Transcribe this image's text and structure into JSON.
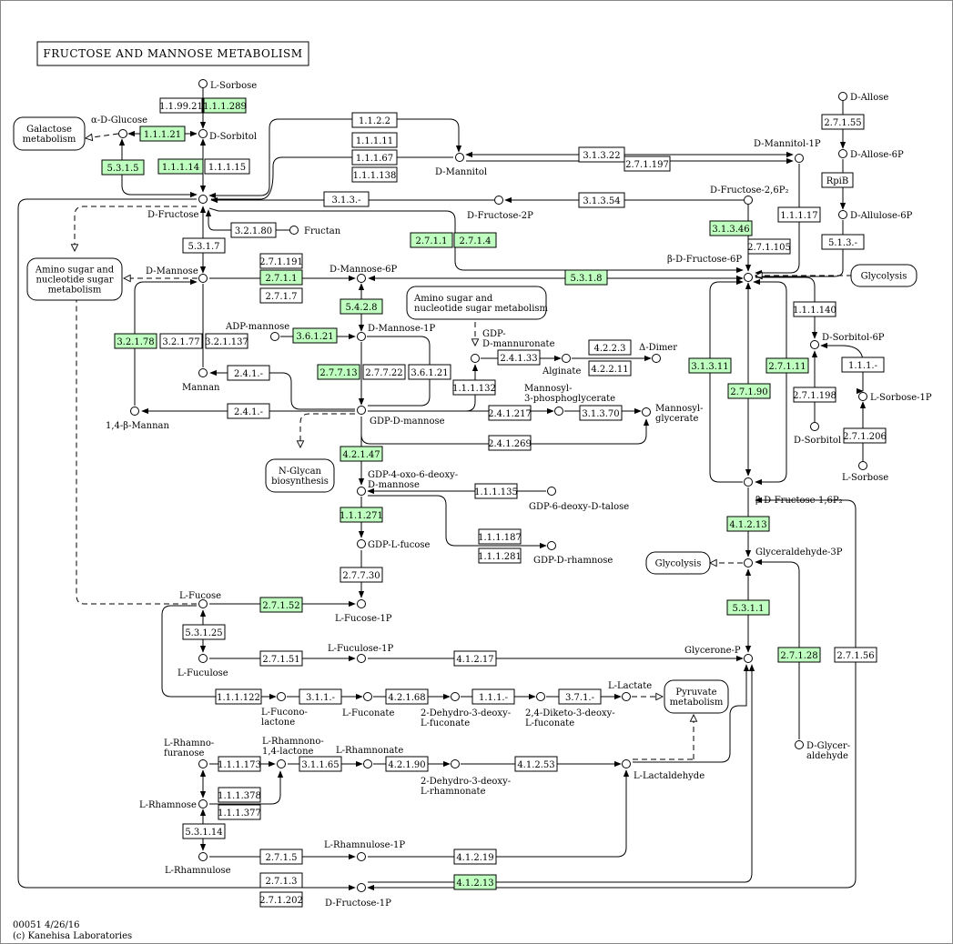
{
  "title": "FRUCTOSE AND MANNOSE METABOLISM",
  "footer": {
    "line1": "00051 4/26/16",
    "line2": "(c) Kanehisa Laboratories"
  },
  "colors": {
    "highlight": "#bfffbf",
    "box": "#ffffff",
    "line": "#000000"
  },
  "compounds": {
    "l_sorbose_top": "L-Sorbose",
    "alpha_d_glucose": "α-D-Glucose",
    "d_sorbitol": "D-Sorbitol",
    "d_mannitol": "D-Mannitol",
    "d_mannitol_1p": "D-Mannitol-1P",
    "d_allose": "D-Allose",
    "d_allose_6p": "D-Allose-6P",
    "d_allulose_6p": "D-Allulose-6P",
    "d_fructose": "D-Fructose",
    "d_fructose_2p": "D-Fructose-2P",
    "d_fructose_26p2": "D-Fructose-2,6P₂",
    "fructan": "Fructan",
    "d_mannose": "D-Mannose",
    "d_mannose_6p": "D-Mannose-6P",
    "beta_d_fructose_6p": "β-D-Fructose-6P",
    "adp_mannose": "ADP-mannose",
    "d_mannose_1p": "D-Mannose-1P",
    "gdp_mannuronate_1": "GDP-",
    "gdp_mannuronate_2": "D-mannuronate",
    "alginate": "Alginate",
    "delta_dimer": "Δ-Dimer",
    "d_sorbitol_6p": "D-Sorbitol-6P",
    "mannan": "Mannan",
    "mannosyl_3pg_1": "Mannosyl-",
    "mannosyl_3pg_2": "3-phosphoglycerate",
    "mannosyl_glycerate_1": "Mannosyl-",
    "mannosyl_glycerate_2": "glycerate",
    "l_sorbose_1p": "L-Sorbose-1P",
    "beta_mannan": "1,4-β-Mannan",
    "gdp_d_mannose": "GDP-D-mannose",
    "d_sorbitol_lower": "D-Sorbitol",
    "l_sorbose_lower": "L-Sorbose",
    "gdp_oxo_1": "GDP-4-oxo-6-deoxy-",
    "gdp_oxo_2": "D-mannose",
    "beta_d_fructose_16p2": "β-D-Fructose-1,6P₂",
    "gdp_6_deoxy_talose": "GDP-6-deoxy-D-talose",
    "gdp_l_fucose": "GDP-L-fucose",
    "gdp_d_rhamnose": "GDP-D-rhamnose",
    "glyceraldehyde_3p": "Glyceraldehyde-3P",
    "l_fucose": "L-Fucose",
    "l_fucose_1p": "L-Fucose-1P",
    "l_fuculose_1p": "L-Fuculose-1P",
    "l_fuculose": "L-Fuculose",
    "glycerone_p": "Glycerone-P",
    "l_lactate": "L-Lactate",
    "l_fucono_lactone_1": "L-Fucono-",
    "l_fucono_lactone_2": "lactone",
    "l_fuconate": "L-Fuconate",
    "dehydro_fuconate_1": "2-Dehydro-3-deoxy-",
    "dehydro_fuconate_2": "L-fuconate",
    "diketo_fuconate_1": "2,4-Diketo-3-deoxy-",
    "diketo_fuconate_2": "L-fuconate",
    "l_rhamnofuranose_1": "L-Rhamno-",
    "l_rhamnofuranose_2": "furanose",
    "l_rhamnono_lactone_1": "L-Rhamnono-",
    "l_rhamnono_lactone_2": "1,4-lactone",
    "l_rhamnonate": "L-Rhamnonate",
    "d_glyceraldehyde_1": "D-Glycer-",
    "d_glyceraldehyde_2": "aldehyde",
    "l_rhamnose": "L-Rhamnose",
    "dehydro_rhamnonate_1": "2-Dehydro-3-deoxy-",
    "dehydro_rhamnonate_2": "L-rhamnonate",
    "l_lactaldehyde": "L-Lactaldehyde",
    "l_rhamnulose_1p": "L-Rhamnulose-1P",
    "l_rhamnulose": "L-Rhamnulose",
    "d_fructose_1p": "D-Fructose-1P"
  },
  "pathways": {
    "galactose_1": "Galactose",
    "galactose_2": "metabolism",
    "amino_left_1": "Amino sugar and",
    "amino_left_2": "nucleotide sugar",
    "amino_left_3": "metabolism",
    "glycolysis_right": "Glycolysis",
    "amino_mid_1": "Amino sugar and",
    "amino_mid_2": "nucleotide sugar metabolism",
    "nglycan_1": "N-Glycan",
    "nglycan_2": "biosynthesis",
    "glycolysis_mid": "Glycolysis",
    "pyruvate_1": "Pyruvate",
    "pyruvate_2": "metabolism"
  },
  "enzymes": {
    "e1": "1.1.99.21",
    "e2": "1.1.1.289",
    "e3": "1.1.1.21",
    "e4": "5.3.1.5",
    "e5": "1.1.1.14",
    "e6": "1.1.1.15",
    "e7": "1.1.2.2",
    "e8": "1.1.1.11",
    "e9": "1.1.1.67",
    "e10": "1.1.1.138",
    "e11": "3.1.3.22",
    "e12": "2.7.1.197",
    "e13": "2.7.1.55",
    "e14": "RpiB",
    "e15": "5.1.3.-",
    "e16": "3.1.3.-",
    "e17": "3.1.3.54",
    "e18": "3.2.1.80",
    "e19": "3.1.3.46",
    "e20": "1.1.1.17",
    "e21": "2.7.1.105",
    "e22": "2.7.1.1",
    "e23": "2.7.1.4",
    "e24": "5.3.1.7",
    "e25": "2.7.1.191",
    "e26": "2.7.1.1",
    "e27": "2.7.1.7",
    "e28": "5.3.1.8",
    "e29": "5.4.2.8",
    "e30": "1.1.1.140",
    "e31": "3.6.1.21",
    "e32": "3.2.1.78",
    "e33": "3.2.1.77",
    "e34": "3.2.1.137",
    "e35": "2.4.1.33",
    "e36": "4.2.2.3",
    "e37": "4.2.2.11",
    "e38": "3.1.3.11",
    "e39": "2.7.1.11",
    "e40": "1.1.1.-",
    "e41": "2.7.7.13",
    "e42": "2.7.7.22",
    "e43": "3.6.1.21",
    "e44": "2.4.1.-",
    "e45": "1.1.1.132",
    "e46": "2.7.1.90",
    "e47": "2.7.1.198",
    "e48": "2.4.1.-",
    "e49": "2.4.1.217",
    "e50": "3.1.3.70",
    "e51": "2.7.1.206",
    "e52": "2.4.1.269",
    "e53": "4.2.1.47",
    "e54": "1.1.1.135",
    "e55": "1.1.1.271",
    "e56": "4.1.2.13",
    "e57": "1.1.1.187",
    "e58": "1.1.1.281",
    "e59": "2.7.7.30",
    "e60": "2.7.1.52",
    "e61": "5.3.1.1",
    "e62": "5.3.1.25",
    "e63": "2.7.1.51",
    "e64": "4.1.2.17",
    "e65": "2.7.1.28",
    "e66": "2.7.1.56",
    "e67": "1.1.1.122",
    "e68": "3.1.1.-",
    "e69": "4.2.1.68",
    "e70": "1.1.1.-",
    "e71": "3.7.1.-",
    "e72": "1.1.1.173",
    "e73": "3.1.1.65",
    "e74": "4.2.1.90",
    "e75": "4.1.2.53",
    "e76": "1.1.1.378",
    "e77": "1.1.1.377",
    "e78": "5.3.1.14",
    "e79": "2.7.1.5",
    "e80": "4.1.2.19",
    "e81": "2.7.1.3",
    "e82": "4.1.2.13",
    "e83": "2.7.1.202"
  }
}
